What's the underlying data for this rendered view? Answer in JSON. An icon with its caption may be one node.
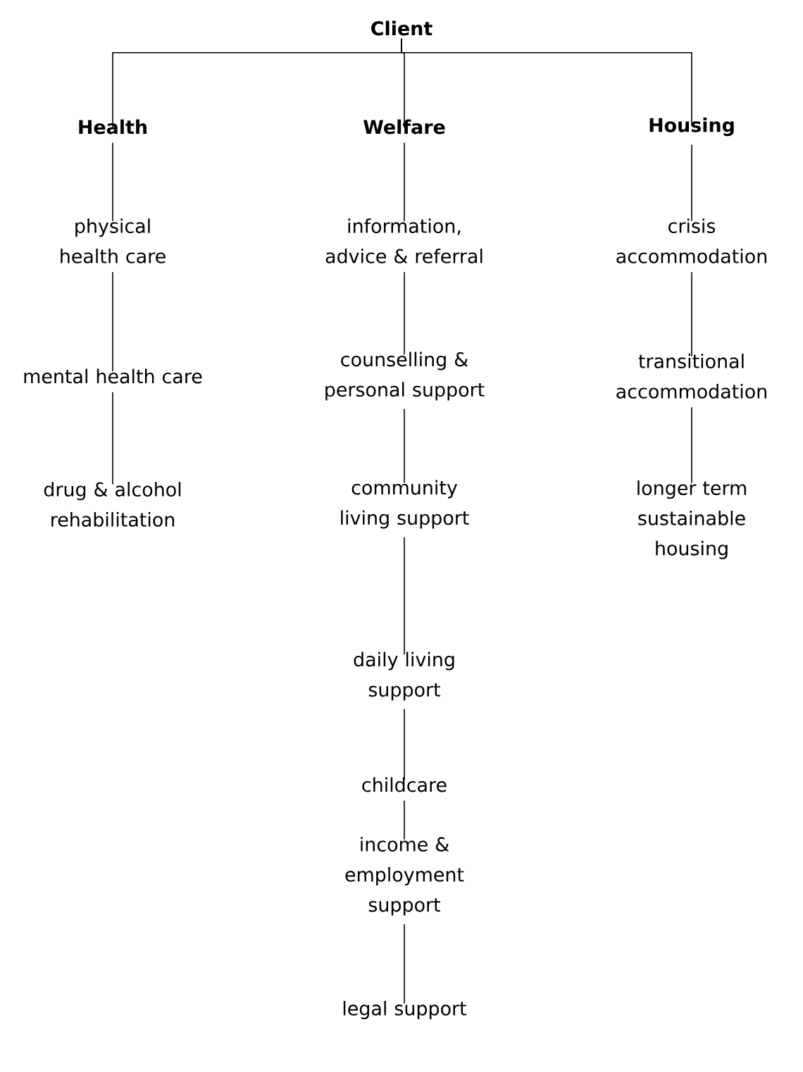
{
  "diagram": {
    "nodes": [
      {
        "text": [
          "Client"
        ]
      },
      {
        "text": [
          "Health"
        ]
      },
      {
        "text": [
          "Welfare"
        ]
      },
      {
        "text": [
          "Housing"
        ]
      },
      {
        "text": [
          "physical health care"
        ]
      },
      {
        "text": [
          "mental health care"
        ]
      },
      {
        "text": [
          "drug & alcohol rehabilitation"
        ]
      },
      {
        "text": [
          "information, advice & referral"
        ]
      },
      {
        "text": [
          "counselling & personal support"
        ]
      },
      {
        "text": [
          "community living support"
        ]
      },
      {
        "text": [
          "daily living support"
        ]
      },
      {
        "text": [
          "childcare"
        ]
      },
      {
        "text": [
          "income & employment support"
        ]
      },
      {
        "text": [
          "legal support"
        ]
      },
      {
        "text": [
          "crisis accommodation"
        ]
      },
      {
        "text": [
          "transitional accommodation"
        ]
      },
      {
        "text": [
          "longer term sustainable housing"
        ]
      }
    ],
    "edges": [
      {
        "from": 0,
        "to": 1,
        "arrow": "none"
      },
      {
        "from": 0,
        "to": 2,
        "arrow": "none"
      },
      {
        "from": 0,
        "to": 3,
        "arrow": "none"
      },
      {
        "from": 1,
        "to": 4,
        "arrow": "none"
      },
      {
        "from": 4,
        "to": 5,
        "arrow": "none"
      },
      {
        "from": 5,
        "to": 6,
        "arrow": "none"
      },
      {
        "from": 2,
        "to": 7,
        "arrow": "none"
      },
      {
        "from": 7,
        "to": 8,
        "arrow": "none"
      },
      {
        "from": 8,
        "to": 9,
        "arrow": "none"
      },
      {
        "from": 9,
        "to": 10,
        "arrow": "none"
      },
      {
        "from": 10,
        "to": 11,
        "arrow": "none"
      },
      {
        "from": 11,
        "to": 12,
        "arrow": "none"
      },
      {
        "from": 12,
        "to": 13,
        "arrow": "none"
      },
      {
        "from": 3,
        "to": 14,
        "arrow": "none"
      },
      {
        "from": 14,
        "to": 15,
        "arrow": "none"
      },
      {
        "from": 15,
        "to": 16,
        "arrow": "none"
      }
    ]
  }
}
